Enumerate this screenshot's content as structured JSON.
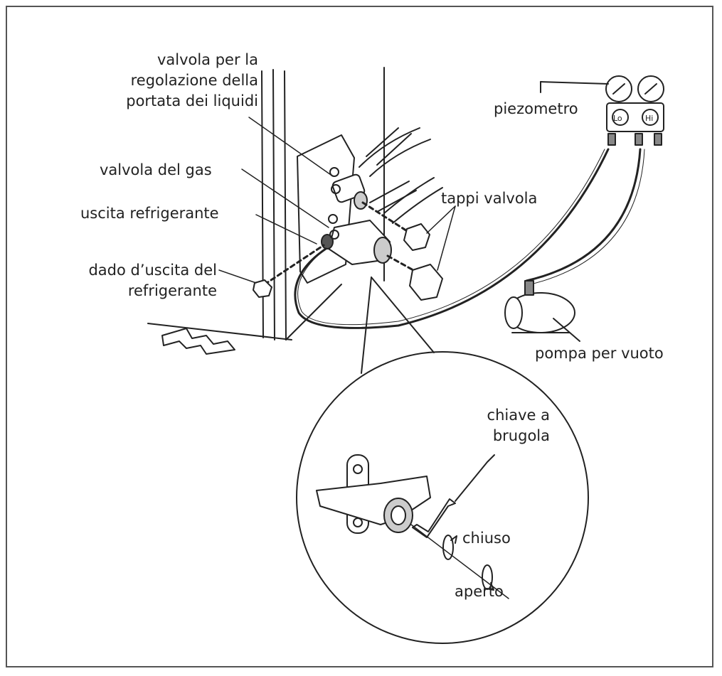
{
  "labels": {
    "liquid_valve": [
      "valvola per la",
      "regolazione della",
      "portata dei liquidi"
    ],
    "gas_valve": "valvola del gas",
    "refrigerant_outlet": "uscita refrigerante",
    "outlet_nut": [
      "dado d’uscita del",
      "refrigerante"
    ],
    "valve_caps": "tappi valvola",
    "gauge": "piezometro",
    "gauge_lo": "Lo",
    "gauge_hi": "Hi",
    "vacuum_pump": "pompa per vuoto",
    "allen_key": [
      "chiave a",
      "brugola"
    ],
    "closed": "chiuso",
    "open": "aperto"
  },
  "colors": {
    "line": "#222222",
    "frame": "#555555"
  }
}
